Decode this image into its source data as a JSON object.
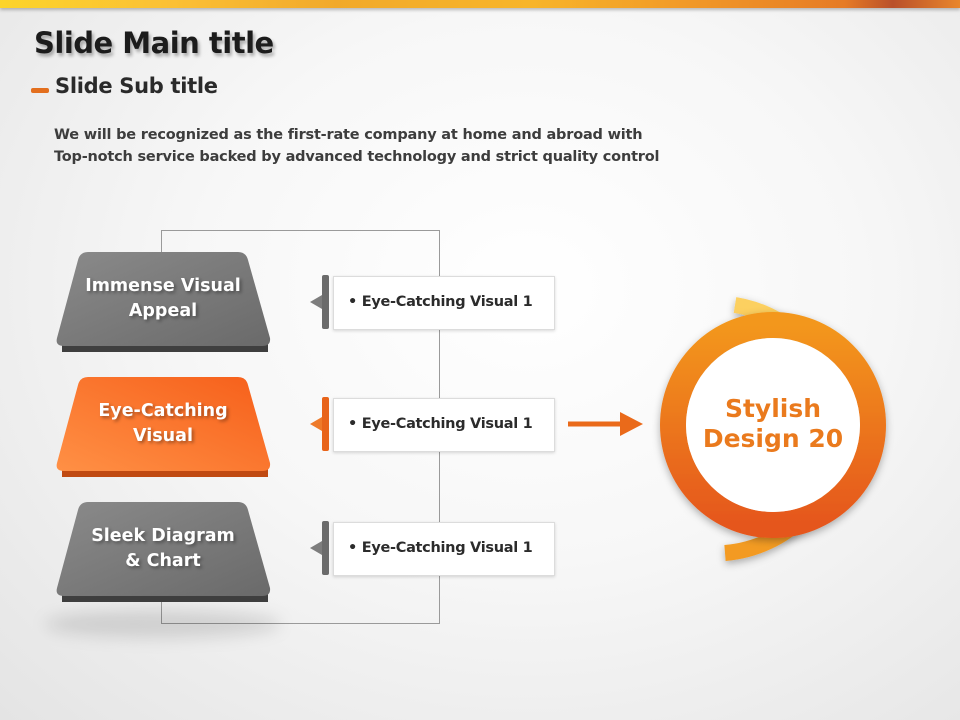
{
  "header": {
    "title": "Slide Main title",
    "subtitle": "Slide Sub title",
    "description_lines": [
      "We will be recognized as the first-rate company at home and abroad with",
      "Top-notch service backed by advanced technology and strict quality control"
    ]
  },
  "steps": [
    {
      "label_lines": [
        "Immense Visual",
        "Appeal"
      ],
      "color": "#7a7a7a",
      "bullet": "• Eye-Catching Visual 1"
    },
    {
      "label_lines": [
        "Eye-Catching",
        "Visual"
      ],
      "color": "#f47a2c",
      "bullet": "• Eye-Catching Visual 1"
    },
    {
      "label_lines": [
        "Sleek Diagram",
        "& Chart"
      ],
      "color": "#7a7a7a",
      "bullet": "• Eye-Catching Visual 1"
    }
  ],
  "result": {
    "lines": [
      "Stylish",
      "Design 20"
    ],
    "accent": "#ea7a1d"
  }
}
